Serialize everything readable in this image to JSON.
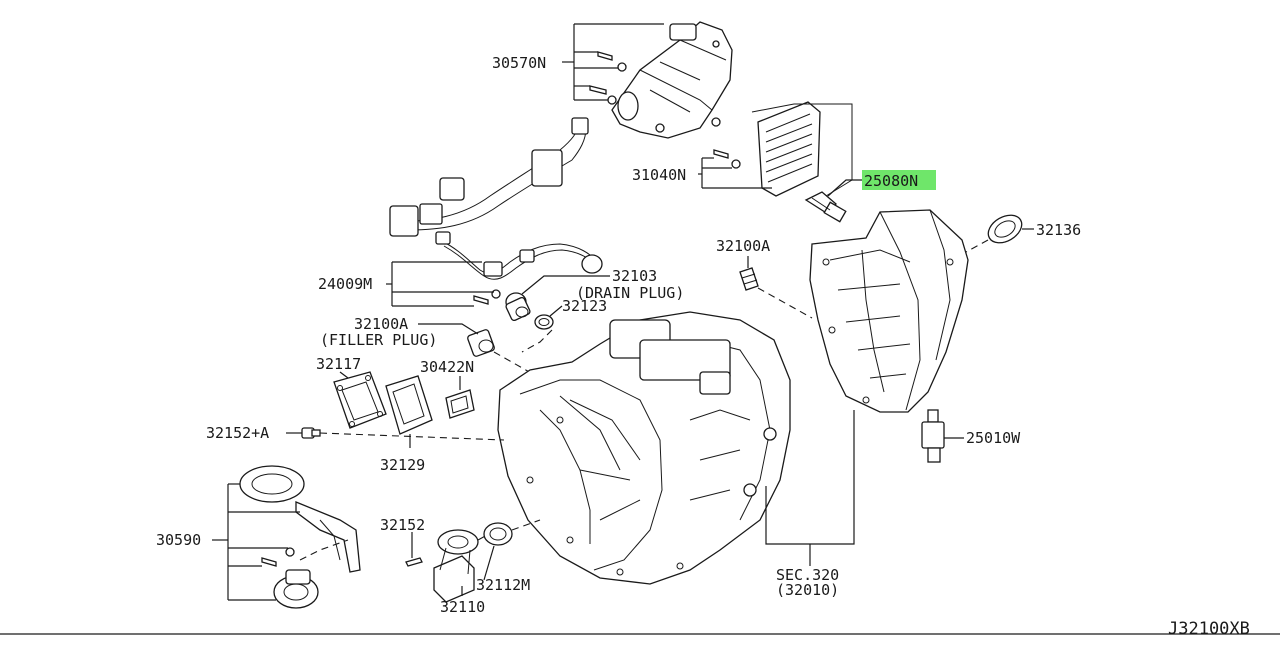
{
  "diagram": {
    "highlight_color": "#6fe66a",
    "line_color": "#1a1a1a",
    "highlighted_part": "25080N",
    "labels": {
      "p30570N": "30570N",
      "p31040N": "31040N",
      "p25080N": "25080N",
      "p32136": "32136",
      "p32100A_top": "32100A",
      "p24009M": "24009M",
      "p32103": "32103",
      "p32103_note": "(DRAIN PLUG)",
      "p32123": "32123",
      "p32100A_filler": "32100A",
      "p32100A_filler_note": "(FILLER PLUG)",
      "p32117": "32117",
      "p30422N": "30422N",
      "p32152A": "32152+A",
      "p32129": "32129",
      "p25010W": "25010W",
      "p30590": "30590",
      "p32152": "32152",
      "p32112M": "32112M",
      "p32110": "32110",
      "sec": "SEC.320",
      "sec_note": "(32010)",
      "diagram_id": "J32100XB"
    }
  }
}
